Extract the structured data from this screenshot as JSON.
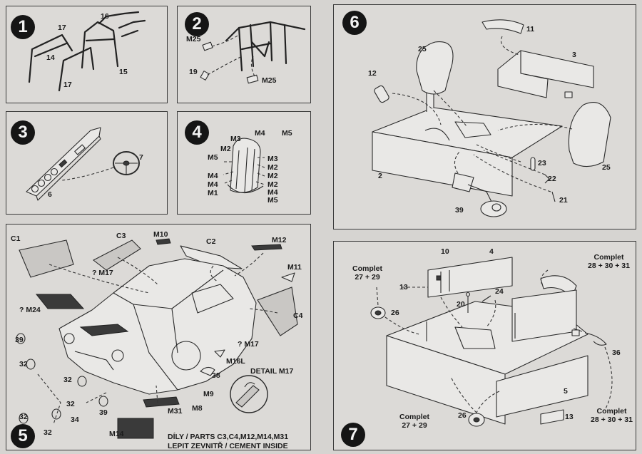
{
  "steps": [
    {
      "number": "1",
      "labels": [
        "16",
        "17",
        "14",
        "15",
        "17"
      ]
    },
    {
      "number": "2",
      "labels": [
        "M25",
        "19",
        "M25"
      ]
    },
    {
      "number": "3",
      "labels": [
        "7",
        "6"
      ]
    },
    {
      "number": "4",
      "labels": [
        "M3",
        "M4",
        "M5",
        "M2",
        "M5",
        "M3",
        "M2",
        "M2",
        "M4",
        "M4",
        "M2",
        "M4",
        "M1",
        "M5"
      ]
    },
    {
      "number": "5",
      "labels": [
        "C1",
        "C3",
        "M10",
        "C2",
        "M12",
        "? M17",
        "M11",
        "? M24",
        "C4",
        "39",
        "32",
        "32",
        "? M17",
        "M16L",
        "38",
        "DETAIL M17",
        "M9",
        "M8",
        "32",
        "39",
        "34",
        "32",
        "M31",
        "M14",
        "32"
      ],
      "footer": [
        "DÍLY / PARTS C3,C4,M12,M14,M31",
        "LEPIT ZEVNITŘ / CEMENT INSIDE"
      ]
    },
    {
      "number": "6",
      "labels": [
        "11",
        "25",
        "3",
        "12",
        "23",
        "2",
        "22",
        "25",
        "39",
        "21"
      ]
    },
    {
      "number": "7",
      "labels": [
        "10",
        "4",
        "Complet",
        "27 + 29",
        "Complet",
        "28 + 30 + 31",
        "13",
        "24",
        "20",
        "26",
        "36",
        "5",
        "Complet",
        "27 + 29",
        "26",
        "13",
        "Complet",
        "28 + 30 + 31"
      ]
    }
  ]
}
